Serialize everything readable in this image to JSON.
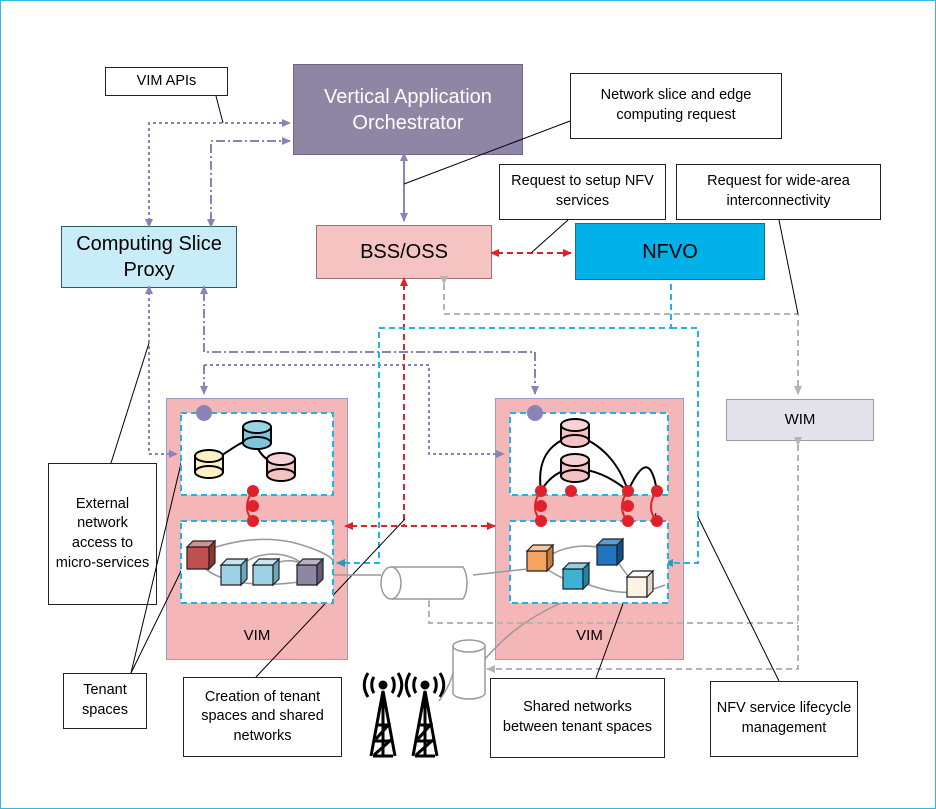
{
  "nodes": {
    "vao": "Vertical Application Orchestrator",
    "bss": "BSS/OSS",
    "nfvo": "NFVO",
    "csp": "Computing Slice Proxy",
    "wim": "WIM",
    "vim_left": "VIM",
    "vim_right": "VIM"
  },
  "callouts": {
    "vim_apis": "VIM APIs",
    "slice_request": "Network slice and edge computing request",
    "nfv_setup": "Request to setup NFV services",
    "wide_area": "Request for wide-area interconnectivity",
    "external_access": "External network access to micro-services",
    "tenant_spaces": "Tenant spaces",
    "creation": "Creation of tenant spaces and shared networks",
    "shared_networks": "Shared networks between tenant spaces",
    "lifecycle": "NFV service lifecycle management"
  },
  "colors": {
    "vao": "#8e86a4",
    "bss": "#f6c3c3",
    "nfvo": "#00b0e8",
    "csp": "#c8ecf8",
    "wim": "#e4e2ea",
    "vim_panel": "#f4b6b6",
    "purple_line": "#8a83b6",
    "red_line": "#e0202a",
    "blue_line": "#1fb4e6",
    "gray_line": "#b4b4b4"
  }
}
